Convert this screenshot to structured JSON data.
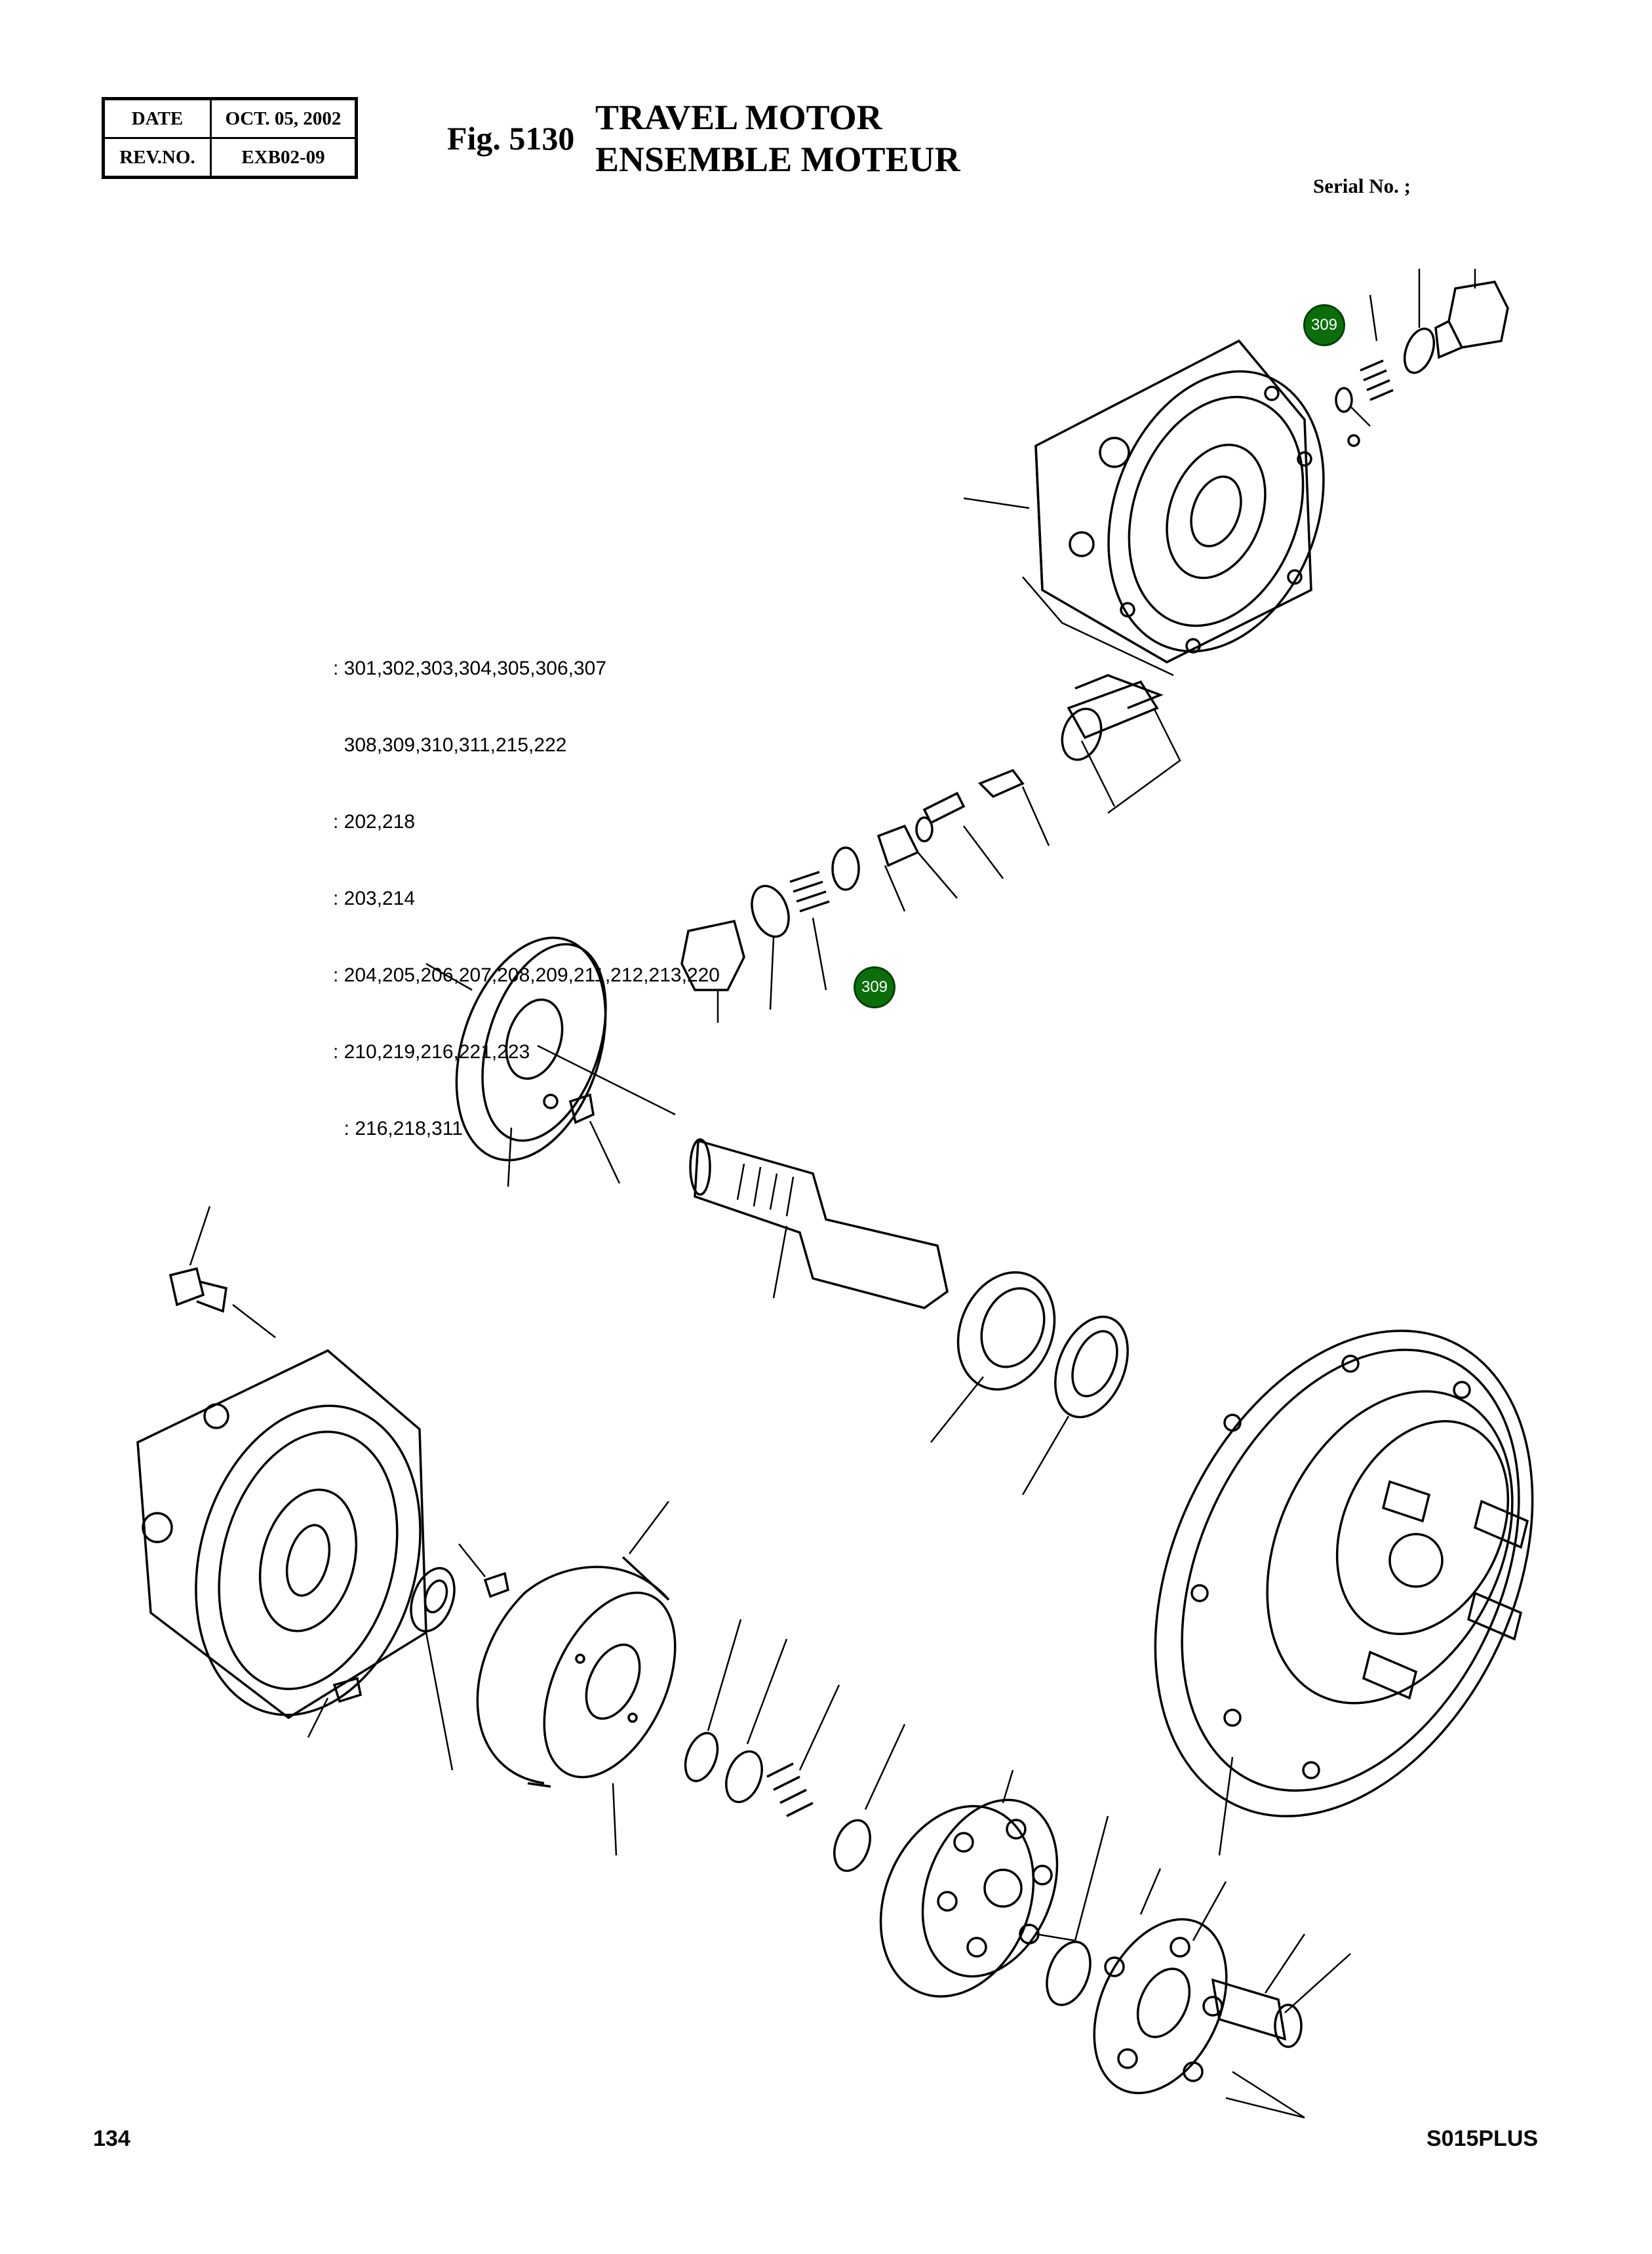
{
  "header": {
    "date_label": "DATE",
    "date_value": "OCT. 05, 2002",
    "rev_label": "REV.NO.",
    "rev_value": "EXB02-09",
    "figure": "Fig. 5130",
    "title_en": "TRAVEL MOTOR",
    "title_fr": "ENSEMBLE MOTEUR",
    "serial": "Serial No. ;"
  },
  "legend": [
    ": 301,302,303,304,305,306,307",
    "  308,309,310,311,215,222",
    ": 202,218",
    ": 203,214",
    ": 204,205,206,207,208,209,211,212,213,220",
    ": 210,219,216,221,223",
    "  : 216,218,311"
  ],
  "callouts": [
    {
      "label": "309",
      "color": "#0b6e0b"
    },
    {
      "label": "309",
      "color": "#0b6e0b"
    }
  ],
  "footer": {
    "page": "134",
    "model": "S015PLUS"
  }
}
